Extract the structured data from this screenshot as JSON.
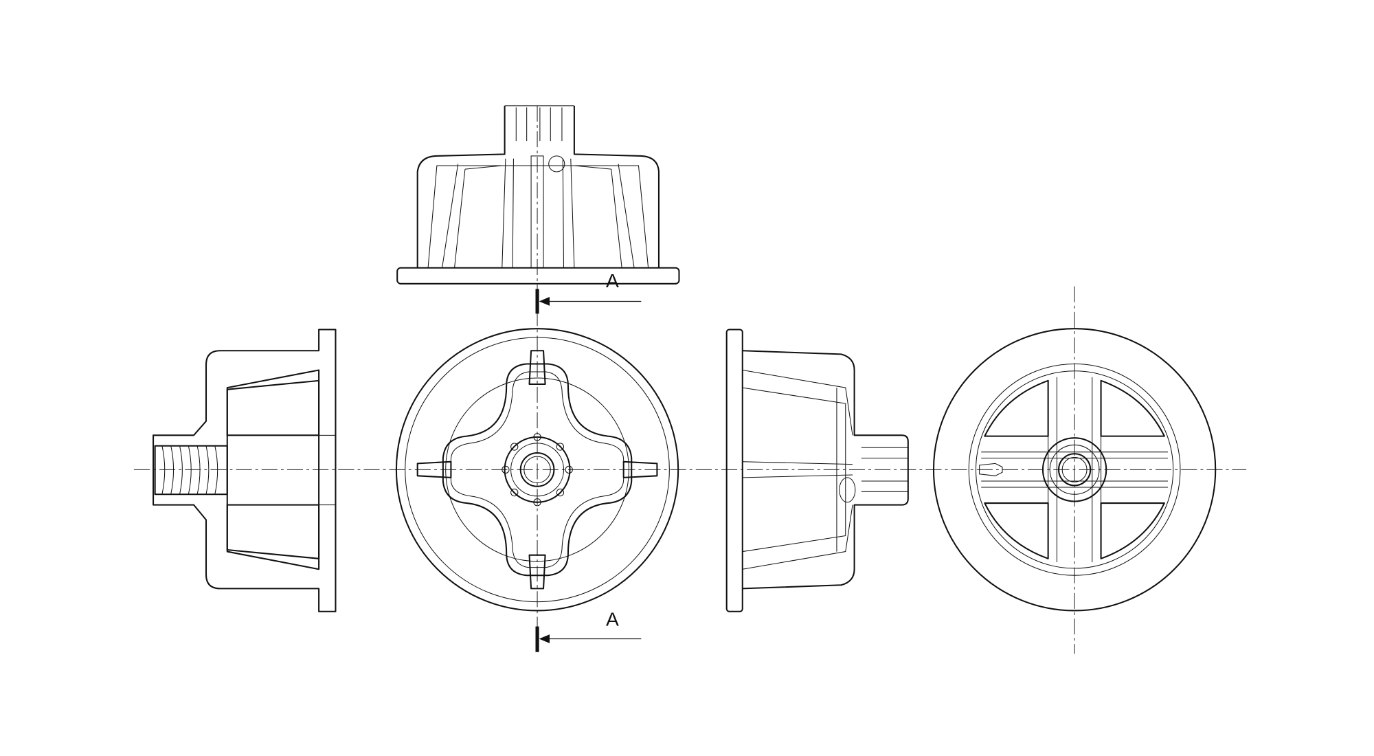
{
  "drawing": {
    "section_labels": [
      "A",
      "A"
    ],
    "views": [
      "top-view",
      "section-view-a-a",
      "front-view",
      "side-view",
      "rear-view"
    ],
    "colors": {
      "line": "#111111",
      "background": "#ffffff"
    }
  }
}
